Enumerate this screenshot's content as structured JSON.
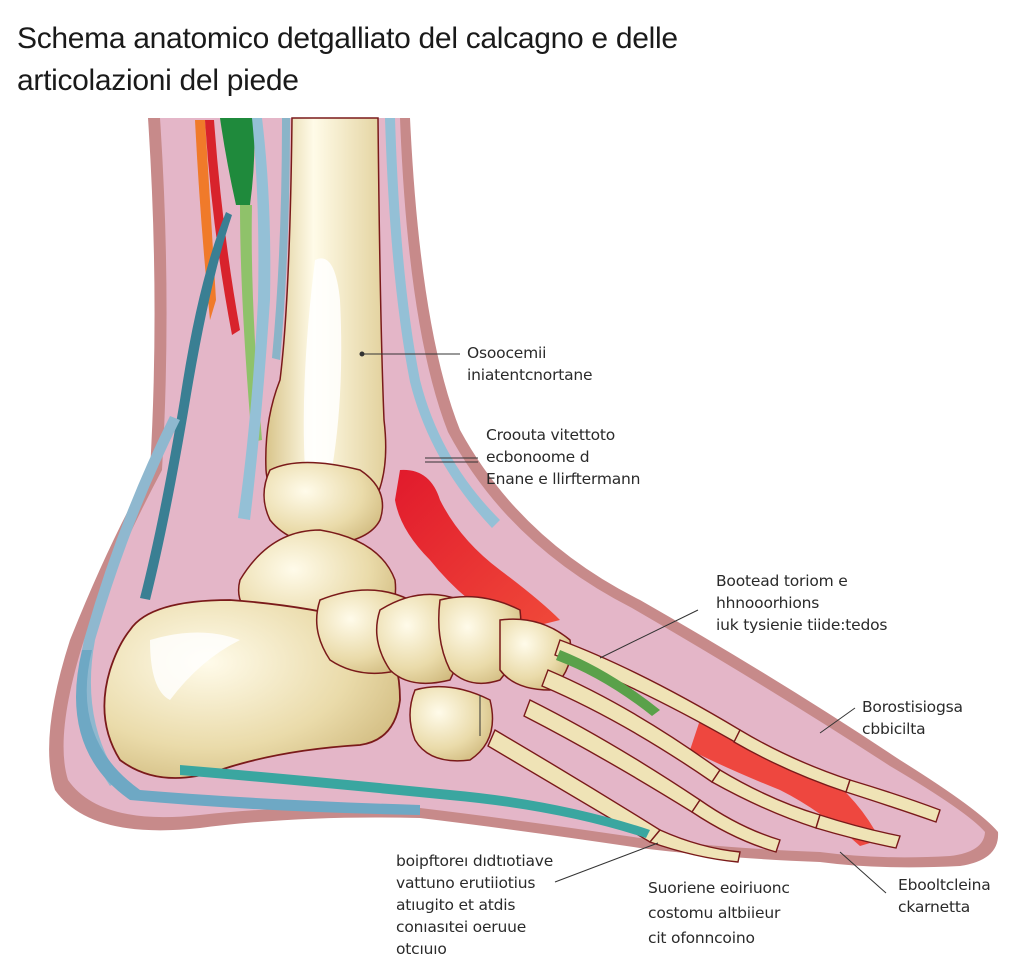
{
  "title": {
    "line1": "Schema anatomico detgalliato del calcagno e delle",
    "line2": "articolazioni del piede"
  },
  "colors": {
    "skin_outer": "#c98a88",
    "skin_inner": "#e3b3c6",
    "bone": "#ece0b4",
    "bone_highlight": "#fffbea",
    "bone_outline": "#7a1a1a",
    "tendon_blue": "#8fb8cf",
    "tendon_teal": "#3aa6a0",
    "artery_red": "#e2262e",
    "muscle_green": "#1f8a3c",
    "leader_line": "#333333"
  },
  "labels": [
    {
      "id": "tibia",
      "lines": [
        "Osoocemii",
        "iniatentcnortane"
      ]
    },
    {
      "id": "ankle-ligament",
      "lines": [
        "Croouta vitettoto",
        "ecbonoome d",
        "Enane e llirftermann"
      ]
    },
    {
      "id": "metatarsal-joints",
      "lines": [
        "Bootead toriom e",
        "hhnooorhions",
        "iuk tysienie tiide:tedos"
      ]
    },
    {
      "id": "dorsal-skin",
      "lines": [
        "Borostisiogsa",
        "cbbicilta"
      ]
    },
    {
      "id": "plantar-fascia",
      "lines": [
        "boipftoreı dıdtıotiave",
        "vattuno erutiiotius",
        "atıugito et atdis",
        "conıasıtei oeruue",
        "otcıuıo"
      ]
    },
    {
      "id": "sesamoid",
      "lines": [
        "Suoriene eoiriuonc",
        "costomu altbiieur",
        "cit ofonncoino"
      ]
    },
    {
      "id": "toe-flexor",
      "lines": [
        "Ebooltcleina",
        "ckarnetta"
      ]
    }
  ]
}
